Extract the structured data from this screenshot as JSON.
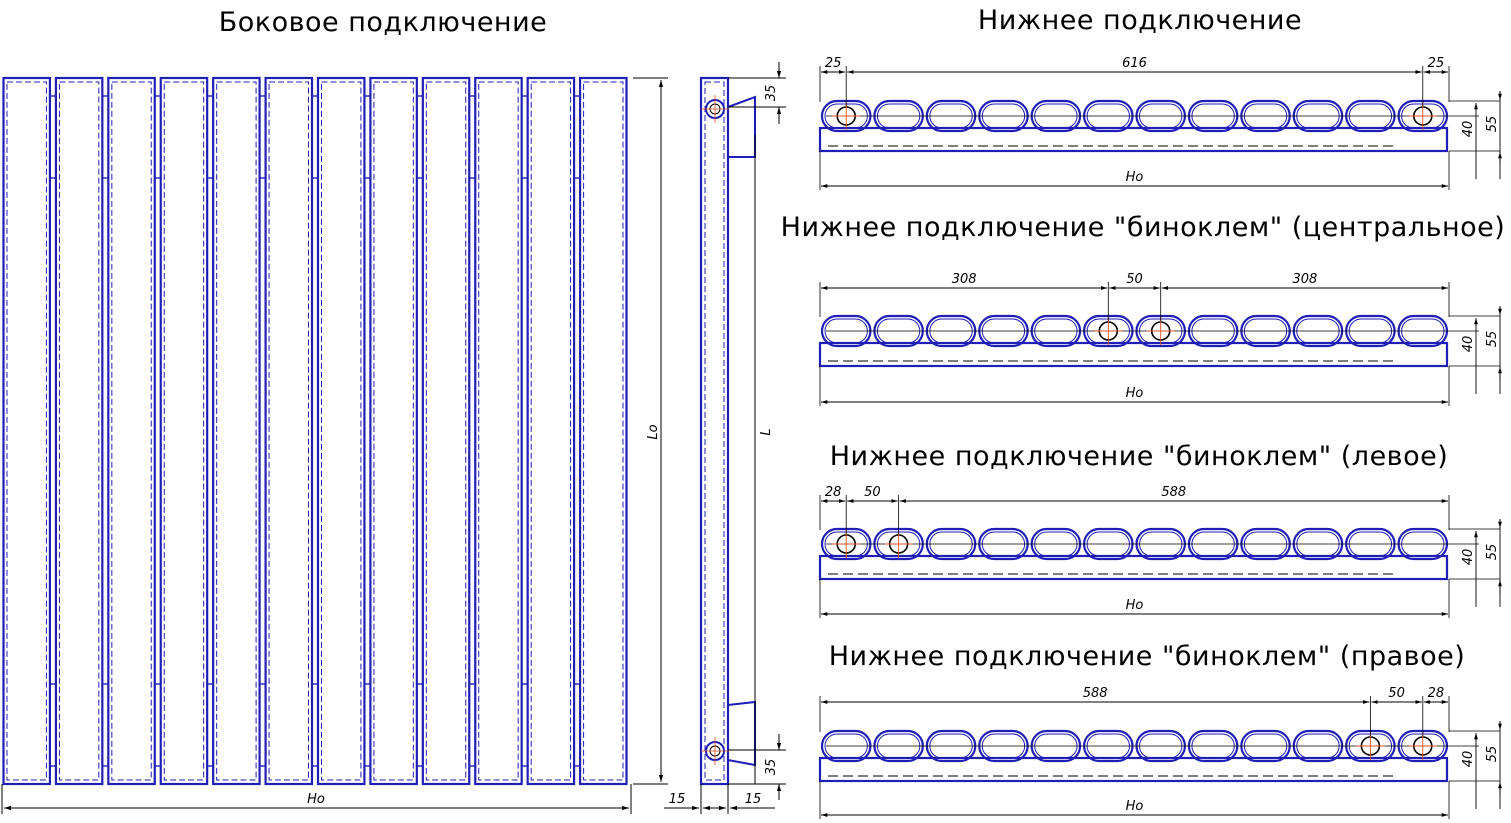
{
  "titles": {
    "side": "Боковое подключение",
    "bottom": "Нижнее подключение",
    "central": "Нижнее подключение \"биноклем\" (центральное)",
    "left": "Нижнее подключение \"биноклем\" (левое)",
    "right": "Нижнее подключение \"биноклем\" (правое)"
  },
  "side_view": {
    "sections": 12,
    "width_label": "Ho",
    "height_label": "Lo"
  },
  "profile_view": {
    "offset_top": "35",
    "offset_bottom": "35",
    "length_label": "L",
    "gap_left": "15",
    "gap_right": "15"
  },
  "colors": {
    "outline": "#1f1fb8",
    "dims": "#000000",
    "axes": "#e05020"
  },
  "bottom_views": [
    {
      "id": "bottom",
      "title_key": "bottom",
      "sections": 12,
      "pipes": [
        0.5,
        11.5
      ],
      "top_dims": [
        {
          "label": "25",
          "from": 0,
          "to": 0.5
        },
        {
          "label": "616",
          "from": 0.5,
          "to": 11.5
        },
        {
          "label": "25",
          "from": 11.5,
          "to": 12
        }
      ],
      "width_label": "Ho",
      "h40": "40",
      "h55": "55"
    },
    {
      "id": "central",
      "title_key": "central",
      "sections": 12,
      "pipes": [
        5.5,
        6.5
      ],
      "top_dims": [
        {
          "label": "308",
          "from": 0,
          "to": 5.5
        },
        {
          "label": "50",
          "from": 5.5,
          "to": 6.5
        },
        {
          "label": "308",
          "from": 6.5,
          "to": 12
        }
      ],
      "width_label": "Ho",
      "h40": "40",
      "h55": "55"
    },
    {
      "id": "left",
      "title_key": "left",
      "sections": 12,
      "pipes": [
        0.5,
        1.5
      ],
      "top_dims": [
        {
          "label": "28",
          "from": 0,
          "to": 0.5
        },
        {
          "label": "50",
          "from": 0.5,
          "to": 1.5
        },
        {
          "label": "588",
          "from": 1.5,
          "to": 12
        }
      ],
      "width_label": "Ho",
      "h40": "40",
      "h55": "55"
    },
    {
      "id": "right",
      "title_key": "right",
      "sections": 12,
      "pipes": [
        10.5,
        11.5
      ],
      "top_dims": [
        {
          "label": "588",
          "from": 0,
          "to": 10.5
        },
        {
          "label": "50",
          "from": 10.5,
          "to": 11.5
        },
        {
          "label": "28",
          "from": 11.5,
          "to": 12
        }
      ],
      "width_label": "Ho",
      "h40": "40",
      "h55": "55"
    }
  ]
}
